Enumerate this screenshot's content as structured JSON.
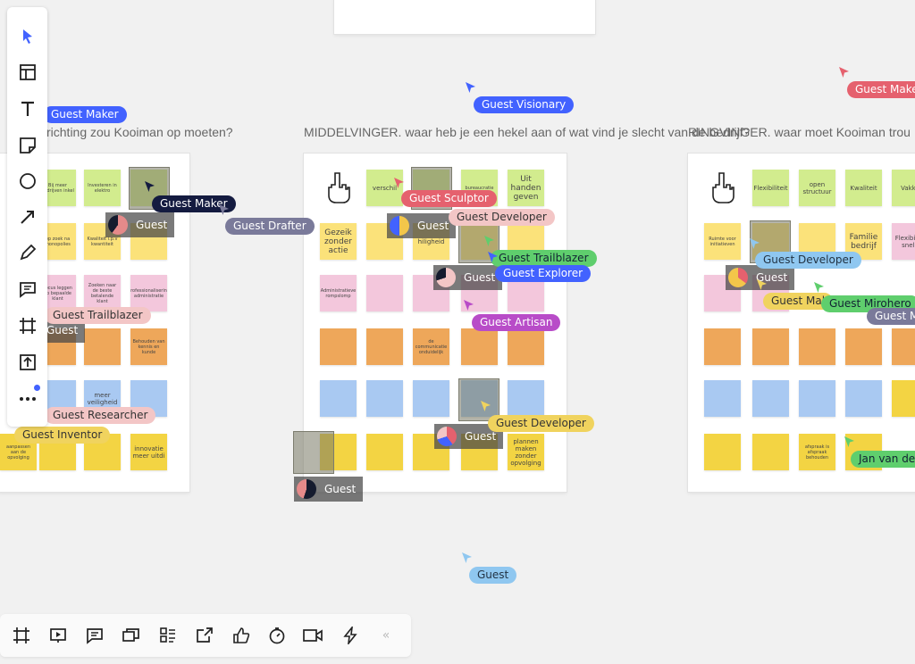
{
  "headings": {
    "left": "richting zou Kooiman op moeten?",
    "middle": "MIDDELVINGER. waar heb je een hekel aan of wat vind je slecht van de bedrijf?",
    "right": "RINGVINGER. waar moet Kooiman trou"
  },
  "frame_left": {
    "notes": [
      {
        "cls": "g",
        "text": "Bij meer bedrijven inkel"
      },
      {
        "cls": "g",
        "text": "Investeren in elektro"
      },
      {
        "cls": "y",
        "text": "op zoek na monopolies"
      },
      {
        "cls": "y",
        "text": "Kwaliteit i.p.v kwantiteit"
      },
      {
        "cls": "p",
        "text": "Focus leggen op bepaalde klant"
      },
      {
        "cls": "p",
        "text": "Zoeken naar de beste betalende klant"
      },
      {
        "cls": "p",
        "text": "professionalisering administratie"
      },
      {
        "cls": "o",
        "text": "Behouden van kennis en kunde"
      },
      {
        "cls": "b",
        "text": "meer veiligheid"
      },
      {
        "cls": "yy",
        "text": "innovatie meer uitdi"
      },
      {
        "cls": "yy",
        "text": "aanpassen aan de opvolging"
      }
    ]
  },
  "frame_middle": {
    "notes": [
      {
        "cls": "g",
        "text": "verschil"
      },
      {
        "cls": "g",
        "text": "bureaucratie"
      },
      {
        "cls": "g",
        "text": "Uit handen geven"
      },
      {
        "cls": "y",
        "text": "Gezeik zonder actie"
      },
      {
        "cls": "y",
        "text": "hiligheid"
      },
      {
        "cls": "p",
        "text": "Administratieve rompslomp"
      },
      {
        "cls": "o",
        "text": "de communicatie onduidelijk"
      },
      {
        "cls": "yy",
        "text": "plannen maken zonder opvolging"
      }
    ]
  },
  "frame_right": {
    "notes": [
      {
        "cls": "g",
        "text": "Flexibiliteit"
      },
      {
        "cls": "g",
        "text": "open structuur"
      },
      {
        "cls": "g",
        "text": "Kwaliteit"
      },
      {
        "cls": "g",
        "text": "Vakke"
      },
      {
        "cls": "y",
        "text": "Ruimte voor initiatieven"
      },
      {
        "cls": "y",
        "text": "Familie bedrijf"
      },
      {
        "cls": "p",
        "text": "Flexibi en snelh"
      },
      {
        "cls": "yy",
        "text": "afspraak is afspraak behouden"
      }
    ]
  },
  "cursors": [
    {
      "name": "Guest Maker",
      "color": "#4262ff"
    },
    {
      "name": "Guest Visionary",
      "color": "#4262ff"
    },
    {
      "name": "Guest Maker",
      "color": "#e5616e"
    },
    {
      "name": "Guest Maker",
      "color": "#141b40"
    },
    {
      "name": "Guest Drafter",
      "color": "#7a7a9a"
    },
    {
      "name": "Guest Sculptor",
      "color": "#e5616e"
    },
    {
      "name": "Guest Developer",
      "color": "#f3c6c6"
    },
    {
      "name": "Guest Trailblazer",
      "color": "#5fce6d"
    },
    {
      "name": "Guest Explorer",
      "color": "#4262ff"
    },
    {
      "name": "Guest Artisan",
      "color": "#b84cc8"
    },
    {
      "name": "Guest Trailblazer",
      "color": "#f3c6c6"
    },
    {
      "name": "Guest Researcher",
      "color": "#f3c6c6"
    },
    {
      "name": "Guest Inventor",
      "color": "#f0d35e"
    },
    {
      "name": "Guest Developer",
      "color": "#f0d35e"
    },
    {
      "name": "Guest",
      "color": "#8fc7f0"
    },
    {
      "name": "Guest Developer",
      "color": "#8fc7f0"
    },
    {
      "name": "Guest Mal",
      "color": "#f0d35e"
    },
    {
      "name": "Guest Mirohero",
      "color": "#5fce6d"
    },
    {
      "name": "Guest M",
      "color": "#7a7a9a"
    },
    {
      "name": "Jan van de",
      "color": "#5fce6d"
    }
  ],
  "guest_chips": [
    "Guest",
    "Guest",
    "Guest",
    "Guest",
    "Guest",
    "Guest",
    "Guest"
  ],
  "toolbar": {
    "tools": [
      "select-tool",
      "templates-tool",
      "text-tool",
      "sticky-note-tool",
      "shape-tool",
      "connection-line-tool",
      "pen-tool",
      "comment-tool",
      "frame-tool",
      "upload-tool",
      "more-tools"
    ],
    "accent": "#4262ff"
  },
  "bottombar": {
    "items": [
      "frames",
      "presentation",
      "comments",
      "cards",
      "kanban",
      "share-screen",
      "voting",
      "timer",
      "video-chat",
      "activity"
    ],
    "collapse": "«"
  }
}
